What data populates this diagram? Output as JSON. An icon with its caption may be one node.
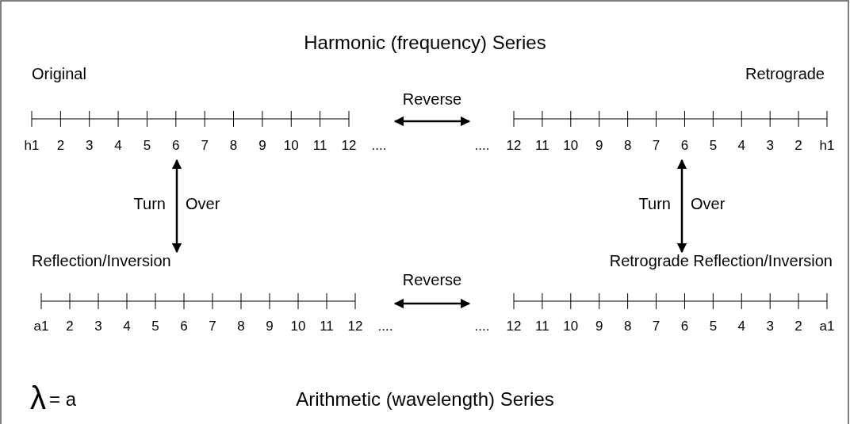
{
  "diagram": {
    "nodes": [
      {
        "text": [
          "Original",
          "h1",
          "2",
          "3",
          "4",
          "5",
          "6",
          "7",
          "8",
          "9",
          "10",
          "11",
          "12",
          "...."
        ]
      },
      {
        "text": [
          "Retrograde",
          "....",
          "12",
          "11",
          "10",
          "9",
          "8",
          "7",
          "6",
          "5",
          "4",
          "3",
          "2",
          "h1"
        ]
      },
      {
        "text": [
          "Reflection/Inversion",
          "a1",
          "2",
          "3",
          "4",
          "5",
          "6",
          "7",
          "8",
          "9",
          "10",
          "11",
          "12",
          "...."
        ]
      },
      {
        "text": [
          "Retrograde Reflection/Inversion",
          "....",
          "12",
          "11",
          "10",
          "9",
          "8",
          "7",
          "6",
          "5",
          "4",
          "3",
          "2",
          "a1"
        ]
      }
    ],
    "edges": [
      {
        "from": 0,
        "to": 1,
        "arrow": "both",
        "label": "Reverse"
      },
      {
        "from": 0,
        "to": 2,
        "arrow": "both"
      },
      {
        "from": 1,
        "to": 3,
        "arrow": "both"
      },
      {
        "from": 2,
        "to": 3,
        "arrow": "both",
        "label": "Reverse"
      }
    ],
    "labels": [
      "Harmonic (frequency) Series",
      "Turn",
      "Over",
      "Turn",
      "Over",
      "λ",
      "= a",
      "Arithmetic (wavelength) Series"
    ]
  }
}
